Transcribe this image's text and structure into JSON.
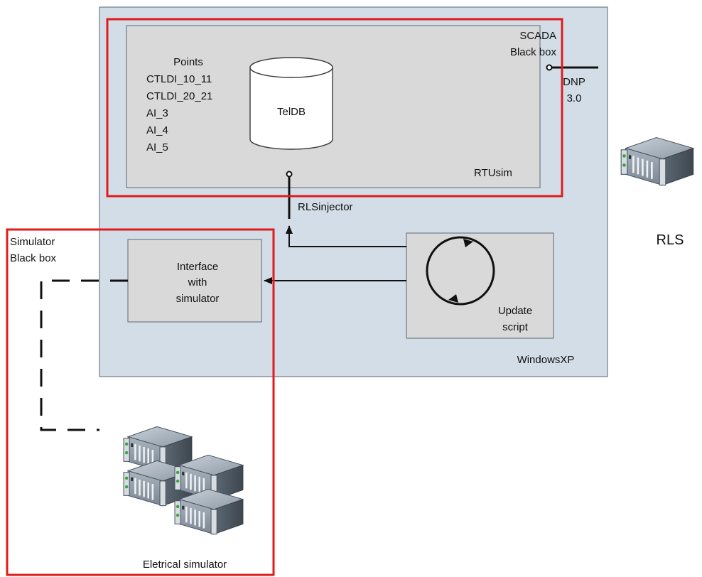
{
  "windowsxp": {
    "label": "WindowsXP"
  },
  "rtusim": {
    "label": "RTUsim",
    "points_title": "Points",
    "points": [
      "CTLDI_10_11",
      "CTLDI_20_21",
      "AI_3",
      "AI_4",
      "AI_5"
    ],
    "db_label": "TelDB"
  },
  "scada": {
    "line1": "SCADA",
    "line2": "Black box"
  },
  "dnp": {
    "line1": "DNP",
    "line2": "3.0"
  },
  "rlsinjector": {
    "label": "RLSinjector"
  },
  "interface": {
    "line1": "Interface",
    "line2": "with",
    "line3": "simulator"
  },
  "update": {
    "line1": "Update",
    "line2": "script"
  },
  "simulator_box": {
    "line1": "Simulator",
    "line2": "Black box"
  },
  "rls": {
    "label": "RLS"
  },
  "electrical": {
    "label": "Eletrical simulator"
  },
  "colors": {
    "panel_blue": "#d3dde8",
    "gray_box": "#d9d9d9",
    "highlight_red": "#e01b1b",
    "server_body": "#7f8b98"
  }
}
